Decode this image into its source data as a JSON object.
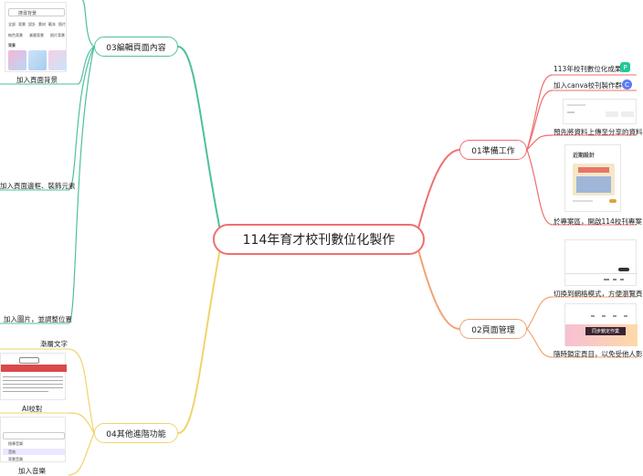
{
  "root": {
    "title": "114年育才校刊數位化製作"
  },
  "branches": {
    "b01": {
      "label": "01準備工作",
      "children": [
        "113年校刊數位化成果",
        "加入canva校刊製作群",
        "預先將資料上傳至分享的資料",
        "於專案區，開啟114校刊專案"
      ]
    },
    "b02": {
      "label": "02頁面管理",
      "children": [
        "切換到網格模式，方便瀏覽頁",
        "隨時鎖定頁目，以免受他人影"
      ]
    },
    "b03": {
      "label": "03編輯頁面內容",
      "children": [
        "加入頁面背景",
        "加入頁面邊框、裝飾元素",
        "加入圖片，並調整位置"
      ]
    },
    "b04": {
      "label": "04其他進階功能",
      "children": [
        "漸層文字",
        "AI校對",
        "加入音樂"
      ]
    }
  },
  "thumbs": {
    "recent_design_title": "近期設計",
    "unlock_tag": "同步鎖定作業",
    "panel_search": "搜尋背景",
    "panel_tabs": [
      "全部",
      "背景",
      "設計",
      "素材",
      "範本",
      "照片"
    ],
    "panel_chips": [
      "純色背景",
      "漸層背景",
      "照片背景"
    ],
    "panel_section": "背景",
    "music_menu": [
      "搜尋音樂",
      "音效",
      "背景音樂"
    ]
  },
  "colors": {
    "b01": "#ef6f6f",
    "b02": "#f2a374",
    "b03": "#4fbf9f",
    "b04": "#f1d36b"
  }
}
